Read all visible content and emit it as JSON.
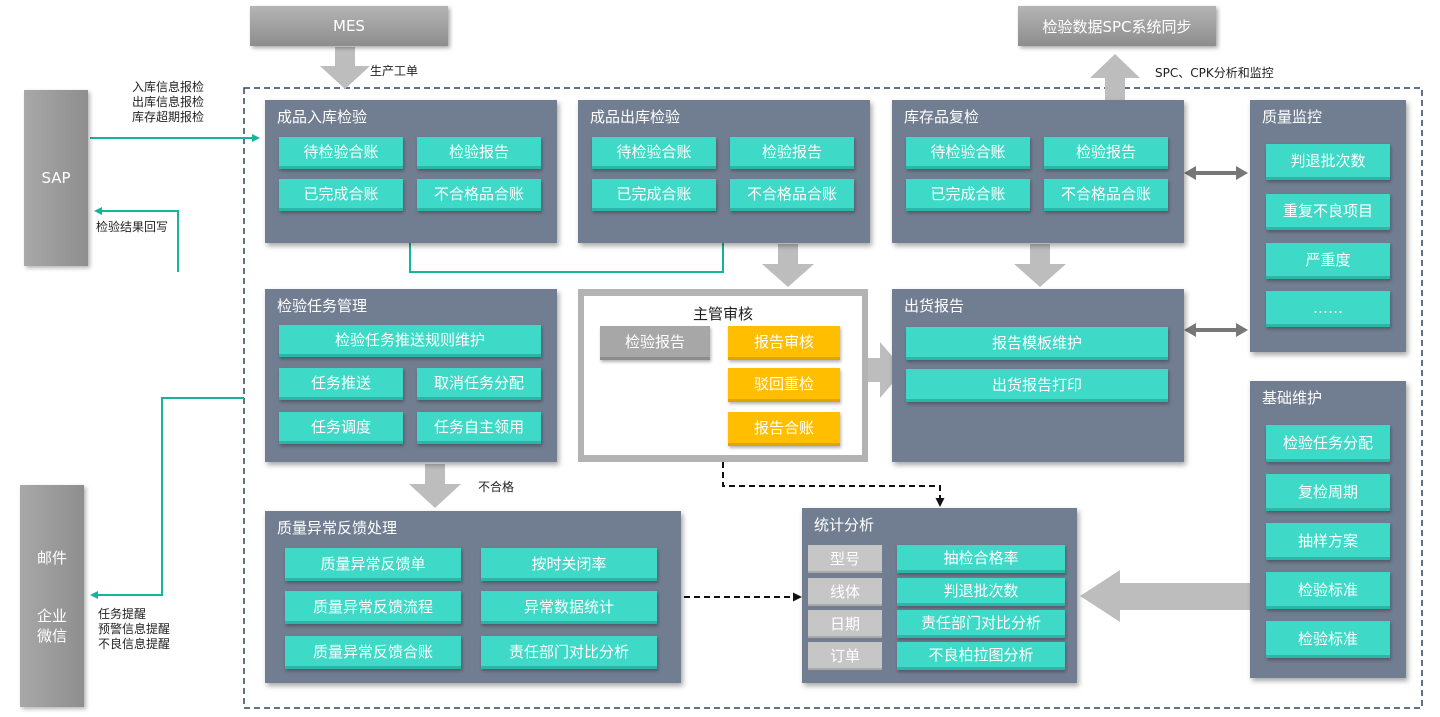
{
  "external": {
    "mes": "MES",
    "spc_sync": "检验数据SPC系统同步",
    "sap": "SAP",
    "mail": "邮件",
    "wechat_1": "企业",
    "wechat_2": "微信"
  },
  "labels": {
    "work_order": "生产工单",
    "spc_cpk": "SPC、CPK分析和监控",
    "sap_in_1": "入库信息报检",
    "sap_in_2": "出库信息报检",
    "sap_in_3": "库存超期报检",
    "sap_back": "检验结果回写",
    "unqualified": "不合格",
    "notify_1": "任务提醒",
    "notify_2": "预警信息提醒",
    "notify_3": "不良信息提醒"
  },
  "inbound": {
    "title": "成品入库检验",
    "items": [
      "待检验合账",
      "检验报告",
      "已完成合账",
      "不合格品合账"
    ]
  },
  "outbound": {
    "title": "成品出库检验",
    "items": [
      "待检验合账",
      "检验报告",
      "已完成合账",
      "不合格品合账"
    ]
  },
  "stock": {
    "title": "库存品复检",
    "items": [
      "待检验合账",
      "检验报告",
      "已完成合账",
      "不合格品合账"
    ]
  },
  "quality_monitor": {
    "title": "质量监控",
    "items": [
      "判退批次数",
      "重复不良项目",
      "严重度",
      "……"
    ]
  },
  "task_mgmt": {
    "title": "检验任务管理",
    "items": [
      "检验任务推送规则维护",
      "任务推送",
      "取消任务分配",
      "任务调度",
      "任务自主领用"
    ]
  },
  "review": {
    "title": "主管审核",
    "report": "检验报告",
    "items": [
      "报告审核",
      "驳回重检",
      "报告合账"
    ]
  },
  "shipment": {
    "title": "出货报告",
    "items": [
      "报告模板维护",
      "出货报告打印"
    ]
  },
  "basic": {
    "title": "基础维护",
    "items": [
      "检验任务分配",
      "复检周期",
      "抽样方案",
      "检验标准",
      "检验标准"
    ]
  },
  "abnormal": {
    "title": "质量异常反馈处理",
    "items": [
      "质量异常反馈单",
      "按时关闭率",
      "质量异常反馈流程",
      "异常数据统计",
      "质量异常反馈合账",
      "责任部门对比分析"
    ]
  },
  "stats": {
    "title": "统计分析",
    "dims": [
      "型号",
      "线体",
      "日期",
      "订单"
    ],
    "items": [
      "抽检合格率",
      "判退批次数",
      "责任部门对比分析",
      "不良柏拉图分析"
    ]
  },
  "colors": {
    "panel": "#717d90",
    "cyan": "#3fd9c8",
    "yellow": "#ffbf00",
    "teal_line": "#17b39a",
    "grey": "#a7a7a7"
  }
}
